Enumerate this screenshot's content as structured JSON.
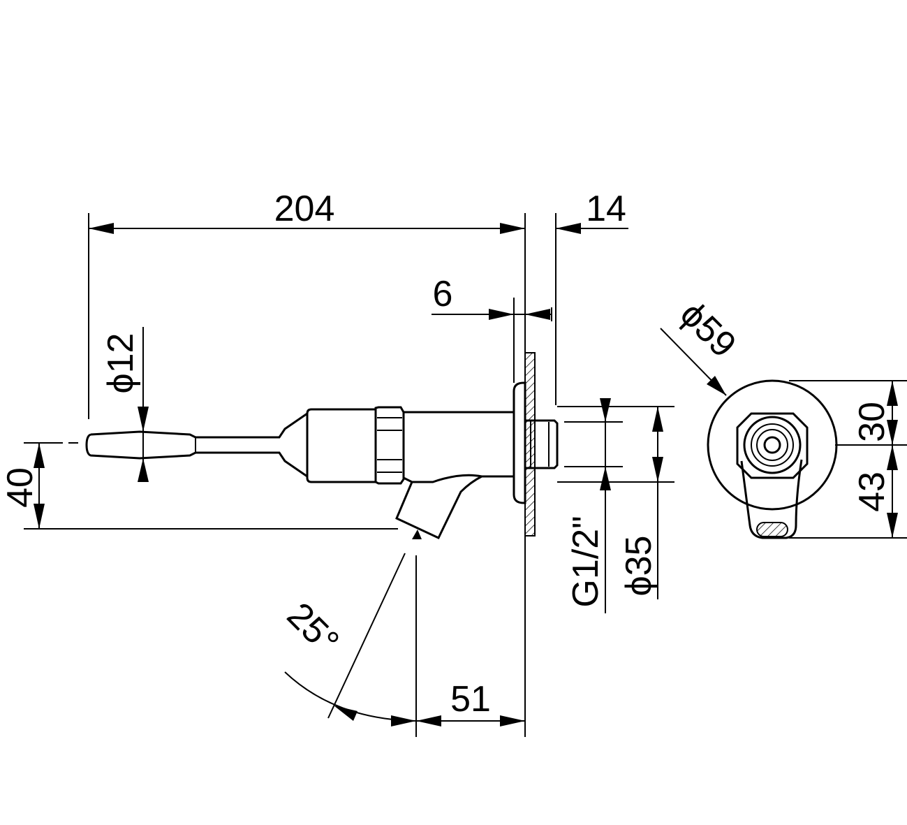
{
  "dimensions": {
    "overall_length": "204",
    "wall_offset": "14",
    "rosette_thickness": "6",
    "lever_diameter": "ϕ12",
    "height": "40",
    "angle": "25°",
    "spout_offset": "51",
    "thread": "G1/2\"",
    "body_diameter": "ϕ35",
    "rosette_diameter": "ϕ59",
    "upper_height": "30",
    "lower_height": "43"
  }
}
